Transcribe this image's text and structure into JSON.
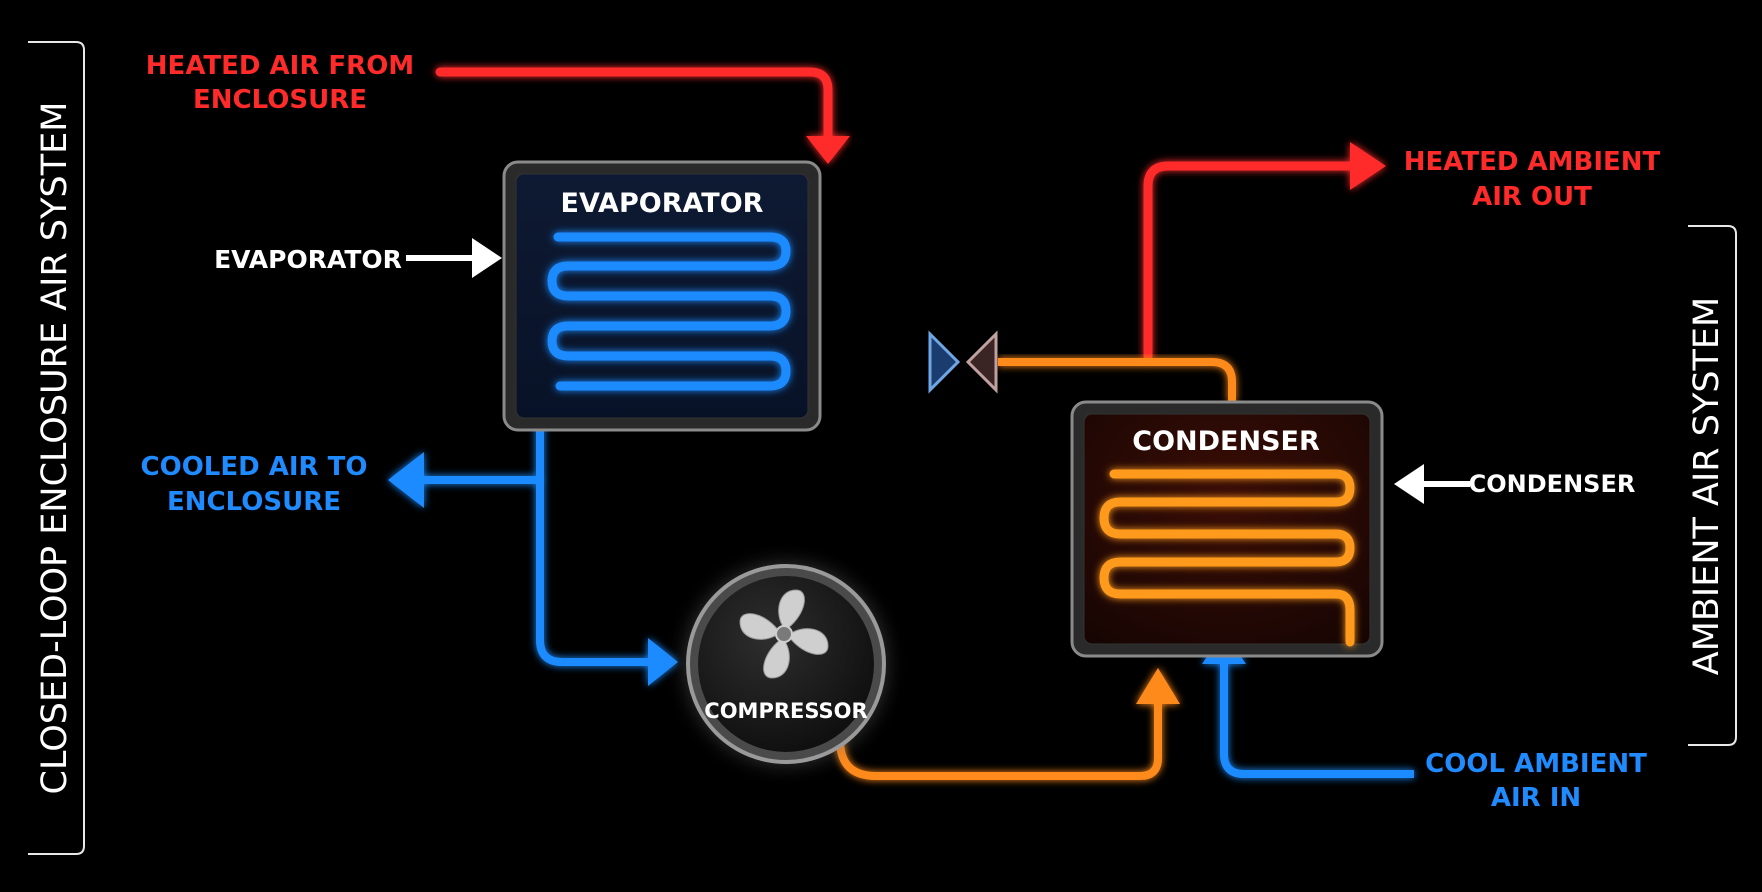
{
  "colors": {
    "background": "#000000",
    "hot": "#ff2a2a",
    "cold": "#1f8bff",
    "warm": "#ff8a1a",
    "white": "#ffffff"
  },
  "left_panel": {
    "label": "CLOSED-LOOP ENCLOSURE AIR SYSTEM"
  },
  "right_panel": {
    "label": "AMBIENT AIR SYSTEM"
  },
  "heated_air_in": {
    "line1": "HEATED AIR FROM",
    "line2": "ENCLOSURE"
  },
  "cooled_air_out": {
    "line1": "COOLED AIR TO",
    "line2": "ENCLOSURE"
  },
  "heated_ambient_out": {
    "line1": "HEATED AMBIENT",
    "line2": "AIR OUT"
  },
  "cool_ambient_in": {
    "line1": "COOL AMBIENT",
    "line2": "AIR IN"
  },
  "evaporator": {
    "title": "EVAPORATOR",
    "pointer_label": "EVAPORATOR"
  },
  "condenser": {
    "title": "CONDENSER",
    "pointer_label": "CONDENSER"
  },
  "compressor": {
    "label": "COMPRESSOR",
    "icon": "fan-icon"
  },
  "expansion_valve": {
    "icon": "valve-icon"
  }
}
